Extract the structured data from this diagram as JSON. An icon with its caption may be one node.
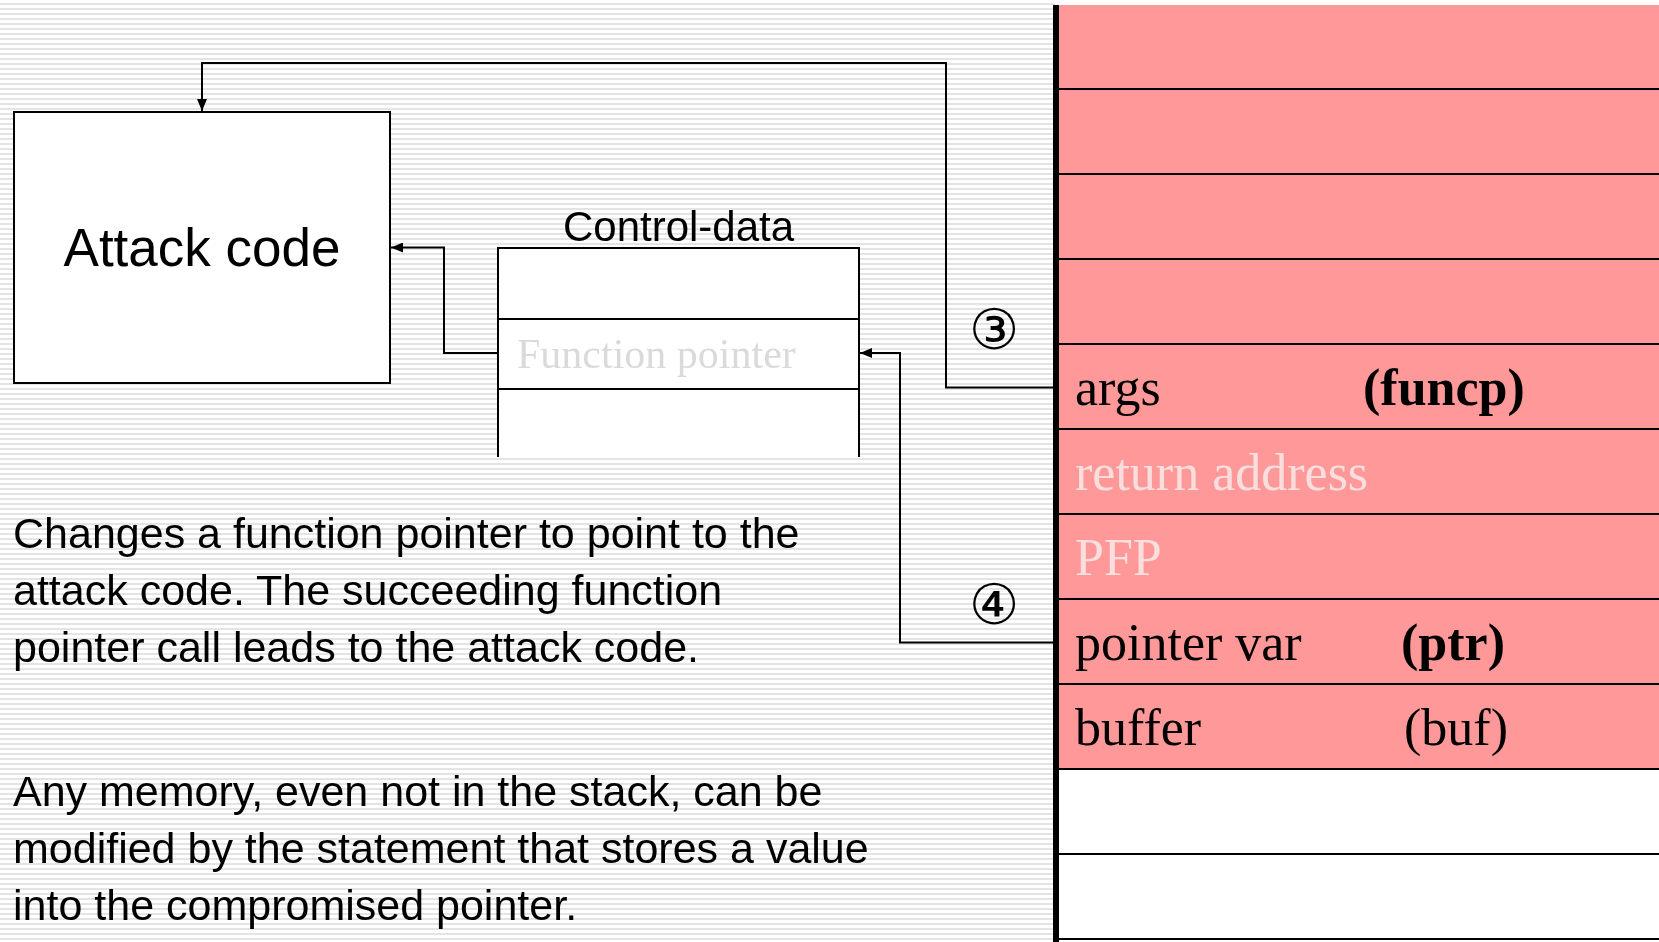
{
  "diagram": {
    "nodes": [
      {
        "text": [
          "Attack code"
        ]
      },
      {
        "text": [
          "Control-data"
        ]
      },
      {
        "text": [],
        "shape": "box",
        "in": 1
      },
      {
        "text": [
          "Function pointer"
        ],
        "in": 1
      },
      {
        "text": [],
        "shape": "box",
        "in": 1
      },
      {
        "text": [],
        "shape": "box"
      },
      {
        "text": [],
        "shape": "box"
      },
      {
        "text": [],
        "shape": "box"
      },
      {
        "text": [],
        "shape": "box"
      },
      {
        "text": [
          "args",
          "**(funcp)**"
        ]
      },
      {
        "text": [
          "return address"
        ]
      },
      {
        "text": [
          "PFP"
        ]
      },
      {
        "text": [
          "pointer var",
          "**(ptr)**"
        ]
      },
      {
        "text": [
          "buffer",
          "(buf)"
        ]
      },
      {
        "text": [],
        "shape": "box"
      },
      {
        "text": [],
        "shape": "box"
      }
    ],
    "edges": [
      {
        "from": 9,
        "to": 0,
        "arrow": "to",
        "label": "③"
      },
      {
        "from": 12,
        "to": 3,
        "arrow": "to",
        "label": "④"
      },
      {
        "from": 3,
        "to": 0,
        "arrow": "to"
      }
    ],
    "labels": [
      "Changes a function pointer to point to the attack code. The succeeding function pointer call leads to the attack code.",
      "Any memory, even not in the stack,  can be modified by the statement that stores a value into the compromised pointer."
    ]
  }
}
